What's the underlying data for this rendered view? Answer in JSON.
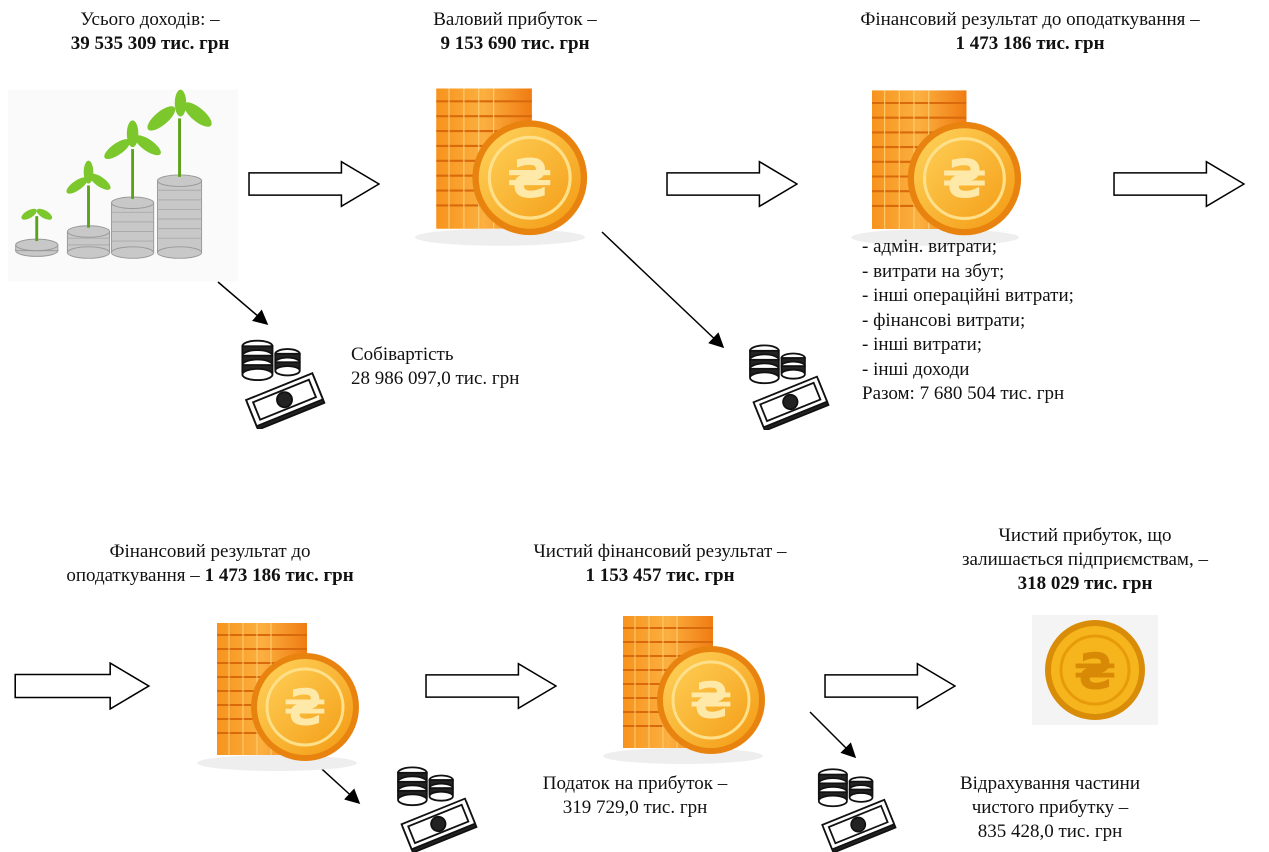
{
  "row1": {
    "income": {
      "label": "Усього доходів: –",
      "value": "39 535 309 тис. грн"
    },
    "gross_profit": {
      "label": "Валовий прибуток –",
      "value": "9 153 690 тис. грн"
    },
    "pretax_result": {
      "label": "Фінансовий результат до оподаткування –",
      "value": "1 473 186 тис. грн"
    },
    "cost": {
      "label": "Собівартість",
      "value": "28 986 097,0 тис. грн"
    },
    "deductions": [
      "- адмін. витрати;",
      "- витрати на збут;",
      "- інші операційні витрати;",
      "-  фінансові витрати;",
      "- інші витрати;",
      "- інші доходи"
    ],
    "deductions_total": "Разом: 7 680 504 тис. грн"
  },
  "row2": {
    "pretax_result": {
      "label_line1": "Фінансовий результат до",
      "label_line2": "оподаткування –",
      "value": "1 473 186 тис. грн"
    },
    "net_result": {
      "label": "Чистий фінансовий результат –",
      "value": "1 153 457 тис. грн"
    },
    "retained_profit": {
      "label_line1": "Чистий прибуток, що",
      "label_line2": "залишається підприємствам, –",
      "value": "318 029 тис. грн"
    },
    "income_tax": {
      "label": "Податок на прибуток –",
      "value": "319 729,0 тис. грн"
    },
    "deduction_net": {
      "label_line1": "Відрахування частини",
      "label_line2": "чистого прибутку –",
      "value": "835 428,0 тис. грн"
    }
  },
  "icons": {
    "growth": "plant-coins-growth-icon",
    "coin_stack": "hryvnia-coin-stack-icon",
    "money": "cash-coins-icon",
    "single_coin": "hryvnia-coin-icon"
  },
  "colors": {
    "coin": "#f4a21d",
    "coin_light": "#ffc94a",
    "stack": "#f08a1c",
    "plant": "#7cc72b"
  }
}
